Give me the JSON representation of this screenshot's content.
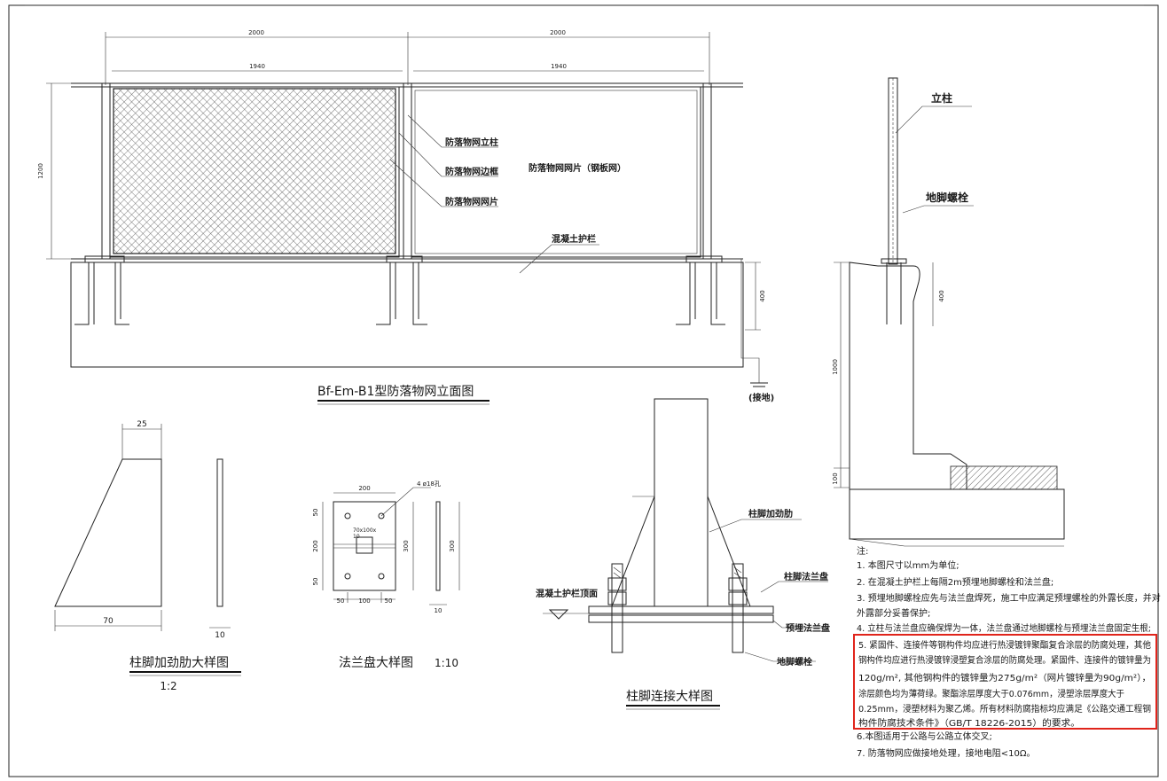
{
  "elevation": {
    "dims": {
      "top_span_1": "2000",
      "top_span_2": "2000",
      "inner_1": "1940",
      "inner_2": "1940",
      "height": "1200",
      "base": "400"
    },
    "labels": {
      "post": "防落物网立柱",
      "frame": "防落物网边框",
      "panel": "防落物网网片",
      "panel_type": "防落物网网片（钢板网）",
      "barrier": "混凝土护栏",
      "ground": "(接地)"
    },
    "title": "Bf-Em-B1型防落物网立面图"
  },
  "section": {
    "labels": {
      "post": "立柱",
      "bolt": "地脚螺栓"
    },
    "dims": {
      "d400": "400",
      "d1000": "1000",
      "d100": "100"
    }
  },
  "rib": {
    "dims": {
      "top": "25",
      "bottom": "70",
      "thick": "10"
    },
    "title": "柱脚加劲肋大样图",
    "scale": "1:2"
  },
  "flange": {
    "dims": {
      "width": "200",
      "hole": "4 ø18孔",
      "rect": "70x100x",
      "mid": "10",
      "v50a": "50",
      "v200": "200",
      "v50b": "50",
      "h50a": "50",
      "h100": "100",
      "h50b": "50",
      "side300a": "300",
      "side300b": "300",
      "side10": "10"
    },
    "title": "法兰盘大样图",
    "scale": "1:10"
  },
  "connection": {
    "labels": {
      "rib": "柱脚加劲肋",
      "flange": "柱脚法兰盘",
      "top": "混凝土护栏顶面",
      "embedded": "预埋法兰盘",
      "bolt": "地脚螺栓"
    },
    "title": "柱脚连接大样图"
  },
  "notes": {
    "heading": "注:",
    "n1": "1. 本图尺寸以mm为单位;",
    "n2": "2. 在混凝土护栏上每隔2m预埋地脚螺栓和法兰盘;",
    "n3a": "3. 预埋地脚螺栓应先与法兰盘焊死，施工中应满足预埋螺栓的外露长度，并对",
    "n3b": "外露部分妥善保护;",
    "n4": "4. 立柱与法兰盘应确保焊为一体，法兰盘通过地脚螺栓与预埋法兰盘固定生根;",
    "n5a": "5. 紧固件、连接件等钢构件均应进行热浸镀锌聚酯复合涂层的防腐处理，其他",
    "n5b": "钢构件均应进行热浸镀锌浸塑复合涂层的防腐处理。紧固件、连接件的镀锌量为",
    "n5c": "120g/m², 其他钢构件的镀锌量为275g/m²（网片镀锌量为90g/m²），",
    "n5d": "涂层颜色均为薄荷绿。聚酯涂层厚度大于0.076mm，浸塑涂层厚度大于",
    "n5e": "0.25mm，浸塑材料为聚乙烯。所有材料防腐指标均应满足《公路交通工程钢",
    "n5f": "构件防腐技术条件》（GB/T 18226-2015）的要求。",
    "n6": "6.本图适用于公路与公路立体交叉;",
    "n7": "7. 防落物网应做接地处理，接地电阻<10Ω。"
  },
  "colors": {
    "highlight": "#e0241b",
    "ink": "#1a1a1a"
  }
}
